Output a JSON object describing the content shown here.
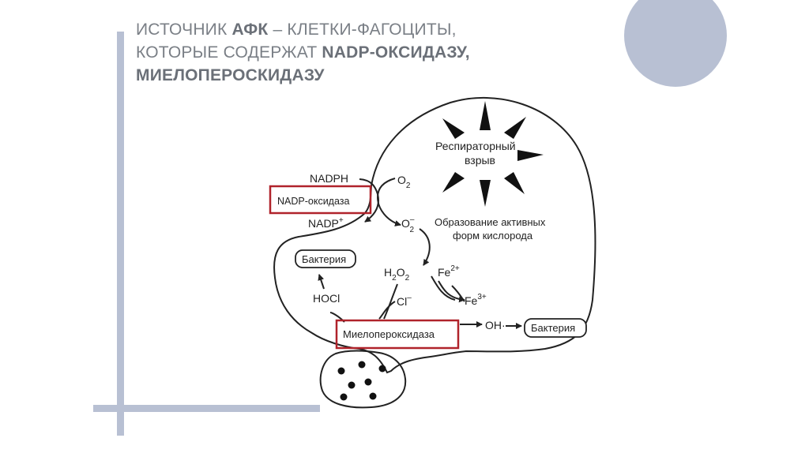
{
  "title": {
    "l1_a": "ИСТОЧНИК ",
    "l1_b": "АФК",
    "l1_c": " – КЛЕТКИ-ФАГОЦИТЫ,",
    "l2_a": "КОТОРЫЕ СОДЕРЖАТ ",
    "l2_b": "NADP-ОКСИДАЗУ,",
    "l3": "МИЕЛОПЕРОСКИДАЗУ"
  },
  "diagram": {
    "nadph": "NADPH",
    "nadp_oxidase": "NADP-оксидаза",
    "nadp_plus": "NADP",
    "nadp_plus_sup": "+",
    "o2": "O",
    "o2_sub": "2",
    "o2_minus": "O",
    "o2_minus_sup": "–",
    "o2_minus_sub": "2",
    "resp_burst_1": "Респираторный",
    "resp_burst_2": "взрыв",
    "ros_1": "Образование активных",
    "ros_2": "форм кислорода",
    "bacteria_1": "Бактерия",
    "h2o2_h": "H",
    "h2o2_2a": "2",
    "h2o2_o": "O",
    "h2o2_2b": "2",
    "fe2": "Fe",
    "fe2_sup": "2+",
    "fe3": "Fe",
    "fe3_sup": "3+",
    "hocl": "HOCl",
    "cl": "Cl",
    "cl_sup": "–",
    "myeloperoxidase": "Миелопероксидаза",
    "oh": "OH·",
    "bacteria_2": "Бактерия"
  },
  "colors": {
    "accent_box": "#b0232b",
    "decor": "#b8c0d3",
    "title_text": "#7a7f86"
  }
}
